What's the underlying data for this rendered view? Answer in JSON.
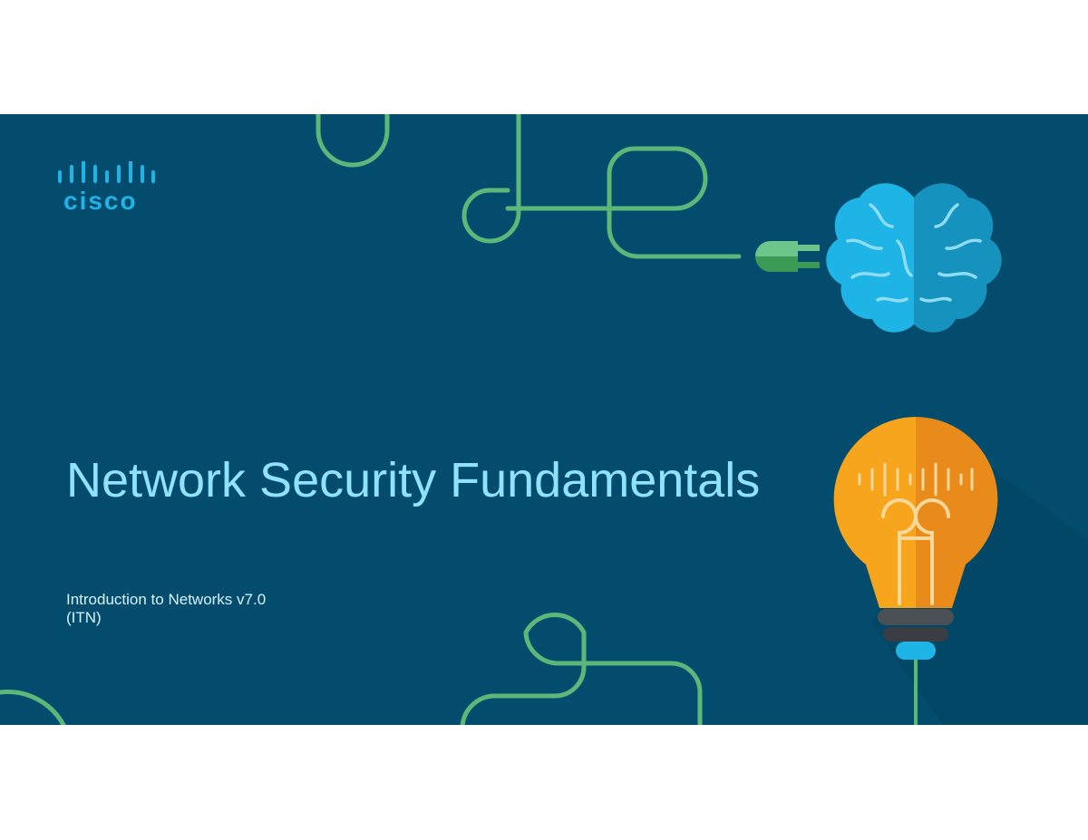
{
  "slide": {
    "logo_text": "cisco",
    "title": "Network Security Fundamentals",
    "subtitle_line1": "Introduction to Networks v7.0",
    "subtitle_line2": "(ITN)"
  },
  "colors": {
    "background": "#034c6e",
    "title": "#8fe3ff",
    "cable": "#5cb878",
    "brain_left": "#1fb4e6",
    "brain_right": "#1592be",
    "bulb_left": "#f7a51d",
    "bulb_right": "#e88b1b"
  },
  "icons": [
    "cisco-logo",
    "plug-icon",
    "brain-icon",
    "lightbulb-icon"
  ]
}
